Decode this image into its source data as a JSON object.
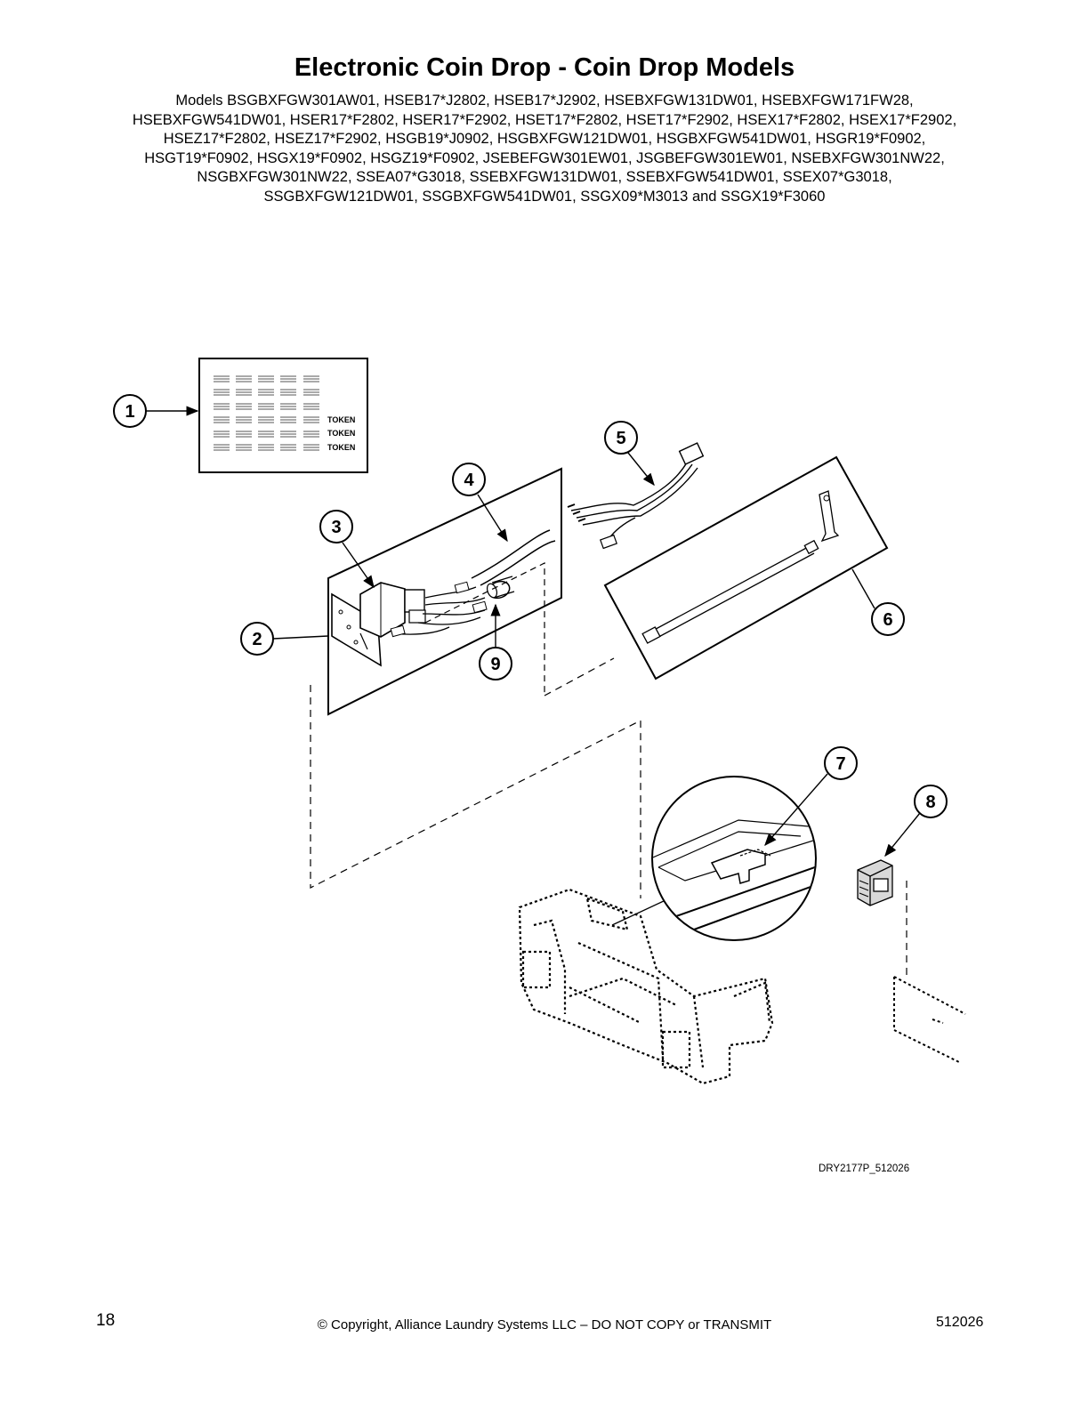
{
  "header": {
    "title": "Electronic Coin Drop - Coin Drop Models",
    "models_lines": [
      "Models BSGBXFGW301AW01, HSEB17*J2802, HSEB17*J2902, HSEBXFGW131DW01, HSEBXFGW171FW28,",
      "HSEBXFGW541DW01, HSER17*F2802, HSER17*F2902, HSET17*F2802, HSET17*F2902, HSEX17*F2802, HSEX17*F2902,",
      "HSEZ17*F2802, HSEZ17*F2902, HSGB19*J0902, HSGBXFGW121DW01, HSGBXFGW541DW01, HSGR19*F0902,",
      "HSGT19*F0902, HSGX19*F0902, HSGZ19*F0902, JSEBEFGW301EW01, JSGBEFGW301EW01, NSEBXFGW301NW22,",
      "NSGBXFGW301NW22, SSEA07*G3018, SSEBXFGW131DW01, SSEBXFGW541DW01, SSEX07*G3018,",
      "SSGBXFGW121DW01, SSGBXFGW541DW01, SSGX09*M3013 and SSGX19*F3060"
    ]
  },
  "figure": {
    "callouts": [
      "1",
      "2",
      "3",
      "4",
      "5",
      "6",
      "7",
      "8",
      "9"
    ],
    "label_text": [
      "TOKEN",
      "TOKEN",
      "TOKEN"
    ],
    "figure_id": "DRY2177P_512026"
  },
  "footer": {
    "page_number": "18",
    "copyright": "© Copyright, Alliance Laundry Systems LLC – DO NOT COPY or TRANSMIT",
    "doc_number": "512026"
  }
}
